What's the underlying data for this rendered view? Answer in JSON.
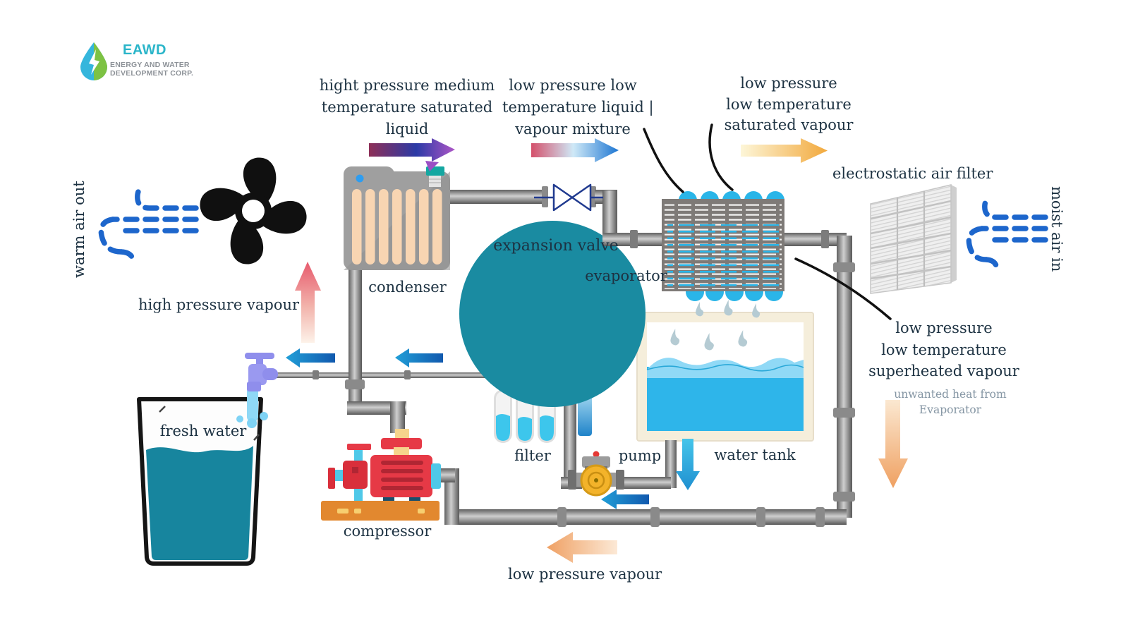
{
  "brand": {
    "name": "EAWD",
    "tagline_line1": "ENERGY AND WATER",
    "tagline_line2": "DEVELOPMENT CORP."
  },
  "flow_labels": {
    "hp_medium": {
      "lines": [
        "hight pressure medium",
        "temperature saturated",
        "liquid"
      ]
    },
    "lp_mixture": {
      "lines": [
        "low pressure low",
        "temperature liquid |",
        "vapour mixture"
      ]
    },
    "lp_saturated": {
      "lines": [
        "low pressure",
        "low temperature",
        "saturated vapour"
      ]
    },
    "lp_superheated": {
      "lines": [
        "low pressure",
        "low temperature",
        "superheated vapour"
      ]
    },
    "unwanted_heat": {
      "lines": [
        "unwanted heat from",
        "Evaporator"
      ]
    },
    "high_pressure_vapour": "high pressure vapour",
    "low_pressure_vapour": "low pressure vapour",
    "warm_air_out": "warm air out",
    "moist_air_in": "moist air in"
  },
  "component_labels": {
    "condenser": "condenser",
    "expansion_valve": "expansion valve",
    "evaporator": "evaporator",
    "electrostatic_air_filter": "electrostatic air filter",
    "fresh_water": "fresh water",
    "filter": "filter",
    "pump": "pump",
    "water_tank": "water tank",
    "compressor": "compressor"
  },
  "colors": {
    "brand_teal": "#2ab5c9",
    "text_navy": "#1d3242",
    "muted_note": "#8495a3",
    "expansion_circle_teal": "#1a8ba1",
    "fresh_water_teal": "#17859e",
    "tank_water_blue": "#2eb5ea",
    "coil_blue": "#2ab5e8",
    "dashed_air_blue": "#1d66cc",
    "flow_arrow_blue": "#1a74c4",
    "pipe_gray": "#9a9a9a",
    "condenser_fin_peach": "#f8d5b2",
    "compressor_red": "#e63946",
    "compressor_base_orange": "#e2882f",
    "pump_gold": "#f3b32a",
    "warm_arrow_red": "#e75a6d",
    "heat_arrow_orange": "#f0a160",
    "saturated_arrow_yellow": "#f2a93d"
  }
}
